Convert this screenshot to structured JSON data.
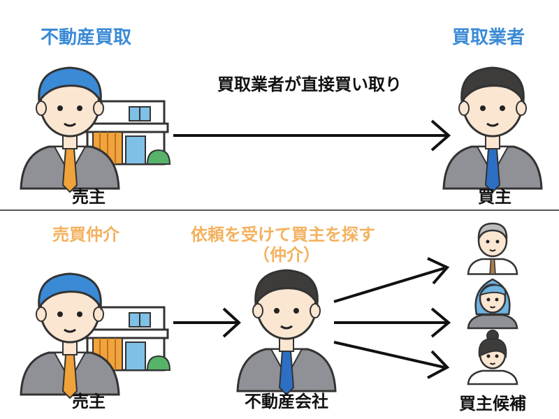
{
  "top": {
    "left_title": "不動産買取",
    "right_title": "買取業者",
    "arrow_caption": "買取業者が直接買い取り",
    "seller_label": "売主",
    "buyer_label": "買主"
  },
  "bottom": {
    "left_title": "売買仲介",
    "middle_title_line1": "依頼を受けて買主を探す",
    "middle_title_line2": "（仲介）",
    "seller_label": "売主",
    "agent_label": "不動産会社",
    "candidates_label": "買主候補"
  },
  "colors": {
    "accent_blue": "#3a8ad6",
    "accent_orange": "#f4b15e",
    "suit_gray": "#8f9196",
    "tie_orange": "#f0a23b",
    "tie_blue": "#2c6fc4",
    "skin": "#fbe6d2"
  }
}
